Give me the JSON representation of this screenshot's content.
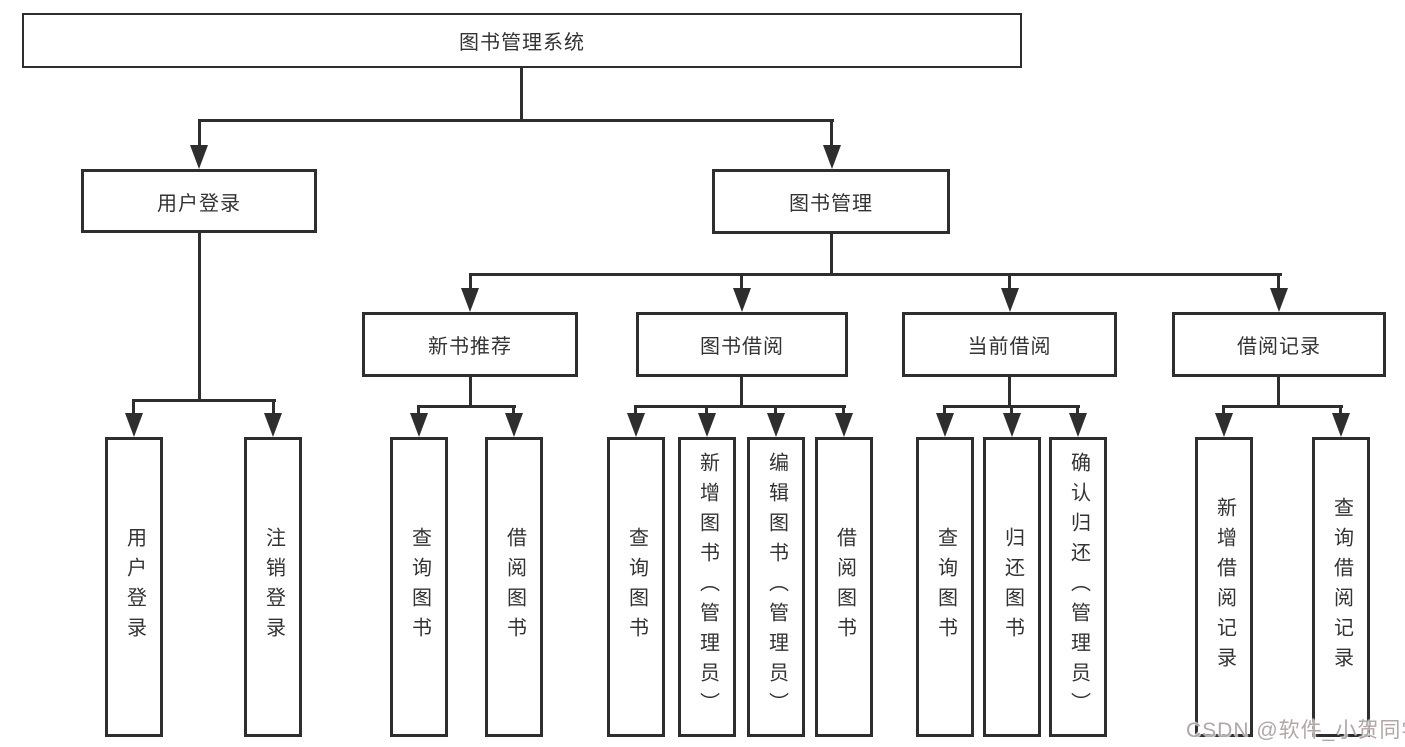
{
  "diagram": {
    "root": {
      "label": "图书管理系统"
    },
    "level2": [
      {
        "label": "用户登录"
      },
      {
        "label": "图书管理"
      }
    ],
    "level3": [
      {
        "label": "新书推荐"
      },
      {
        "label": "图书借阅"
      },
      {
        "label": "当前借阅"
      },
      {
        "label": "借阅记录"
      }
    ],
    "leaves": {
      "user_login": [
        {
          "label": "用户登录"
        },
        {
          "label": "注销登录"
        }
      ],
      "new_book": [
        {
          "label": "查询图书"
        },
        {
          "label": "借阅图书"
        }
      ],
      "book_borrow": [
        {
          "label": "查询图书"
        },
        {
          "label": "新增图书（管理员）"
        },
        {
          "label": "编辑图书（管理员）"
        },
        {
          "label": "借阅图书"
        }
      ],
      "current_borrow": [
        {
          "label": "查询图书"
        },
        {
          "label": "归还图书"
        },
        {
          "label": "确认归还（管理员）"
        }
      ],
      "borrow_record": [
        {
          "label": "新增借阅记录"
        },
        {
          "label": "查询借阅记录"
        }
      ]
    }
  },
  "watermark": {
    "text": "CSDN @软件_小贺同学"
  },
  "colors": {
    "line": "#2e2e2e",
    "text": "#333333",
    "background": "#ffffff",
    "watermark_text": "#b3a6a6"
  }
}
